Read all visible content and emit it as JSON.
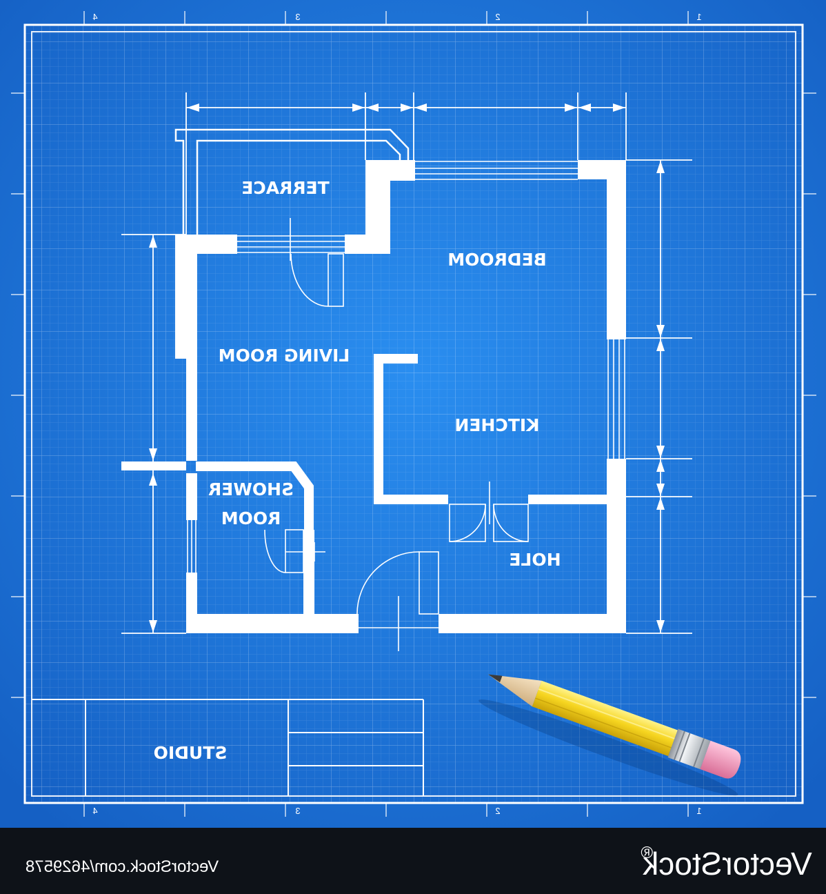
{
  "rooms": {
    "terrace": "TERRACE",
    "bedroom": "BEDROOM",
    "living_room": "LIVING ROOM",
    "kitchen": "KITCHEN",
    "shower_room_line1": "SHOWER",
    "shower_room_line2": "ROOM",
    "hole": "HOLE"
  },
  "title_block": {
    "title": "STUDIO"
  },
  "ruler_numbers": [
    "4",
    "3",
    "2",
    "1"
  ],
  "footer": {
    "url": "VectorStock.com/4629578",
    "brand": "VectorStock",
    "registered_mark": "®"
  },
  "colors": {
    "blueprint": "#1a6fd4",
    "grid_line": "#ffffff",
    "footer_bg": "#0e1218",
    "pencil_body": "#f6d520",
    "eraser": "#ee8fb0"
  }
}
